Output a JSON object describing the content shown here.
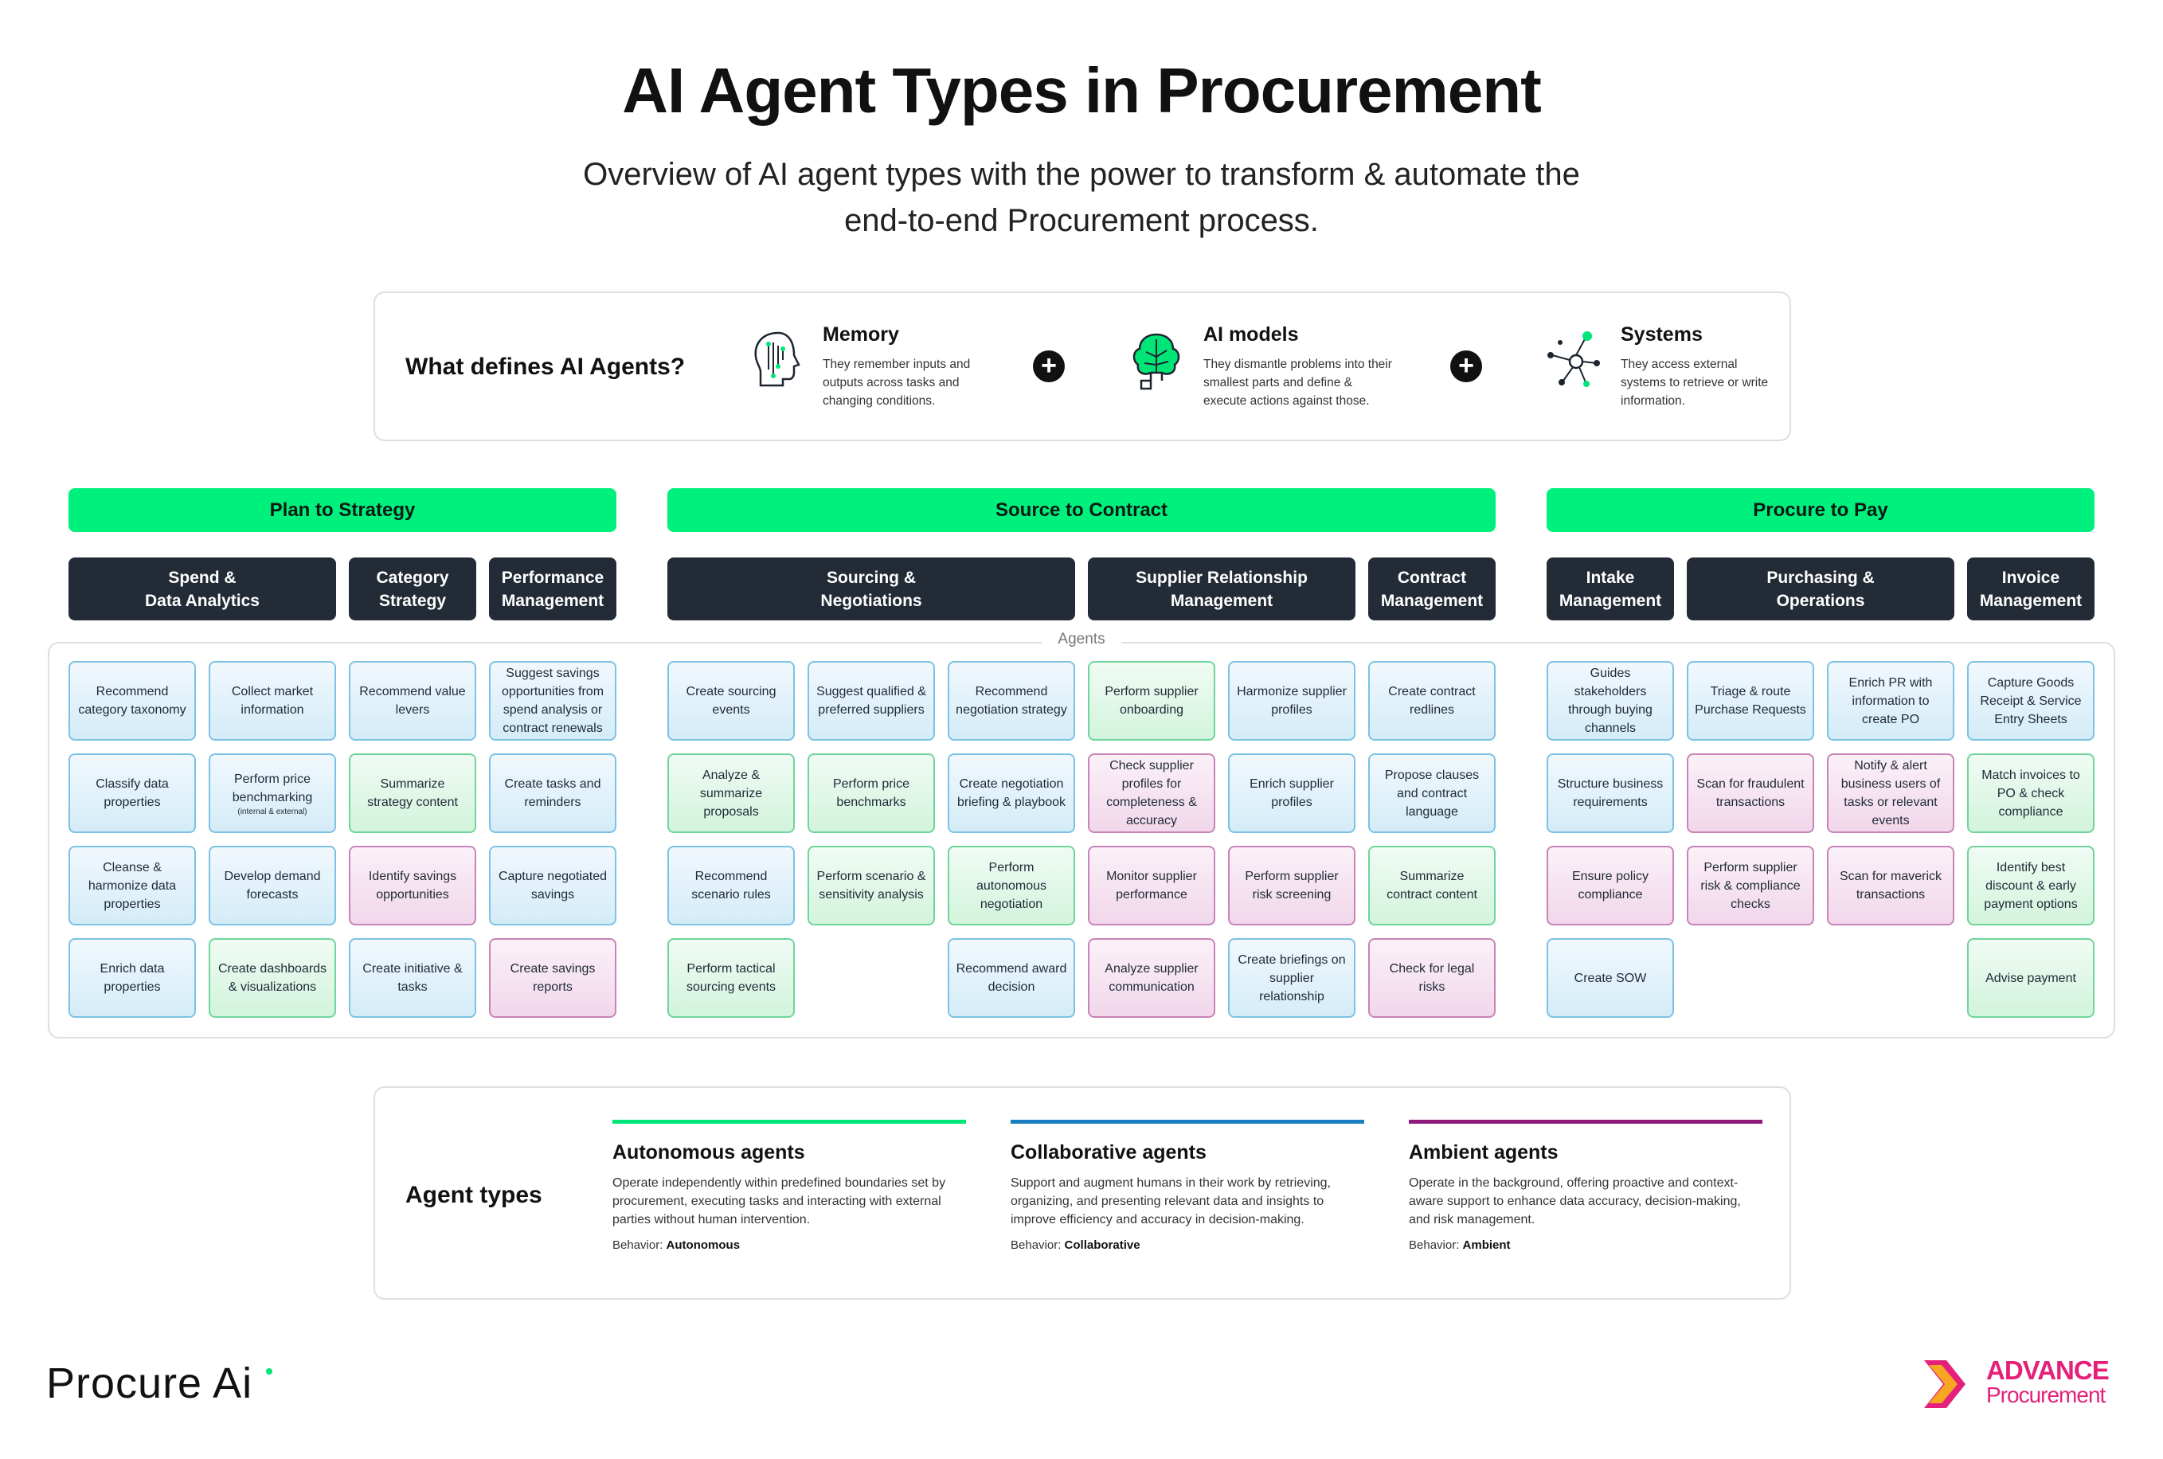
{
  "title": "AI Agent Types in Procurement",
  "subtitle": "Overview of AI agent types with the power to transform & automate the end-to-end Procurement process.",
  "definition": {
    "title": "What defines AI Agents?",
    "items": [
      {
        "icon": "head-circuit-icon",
        "name": "Memory",
        "desc": "They remember inputs and outputs across tasks and changing conditions."
      },
      {
        "icon": "brain-network-icon",
        "name": "AI models",
        "desc": "They dismantle problems into their smallest parts and define & execute actions against those."
      },
      {
        "icon": "network-nodes-icon",
        "name": "Systems",
        "desc": "They access external systems to retrieve or write information."
      }
    ]
  },
  "phases": [
    "Plan to Strategy",
    "Source to Contract",
    "Procure to Pay"
  ],
  "agents_label": "Agents",
  "columns": [
    {
      "header": "Spend &\nData Analytics",
      "cards": [
        {
          "text": "Recommend category taxonomy",
          "type": "b"
        },
        {
          "text": "Classify data properties",
          "type": "b"
        },
        {
          "text": "Cleanse & harmonize data properties",
          "type": "b"
        },
        {
          "text": "Enrich data properties",
          "type": "b"
        }
      ]
    },
    {
      "header": "",
      "cards": [
        {
          "text": "Collect market information",
          "type": "b"
        },
        {
          "text": "Perform price benchmarking",
          "note": "(internal & external)",
          "type": "b"
        },
        {
          "text": "Develop demand forecasts",
          "type": "b"
        },
        {
          "text": "Create dashboards & visualizations",
          "type": "g"
        }
      ]
    },
    {
      "header": "Category\nStrategy",
      "cards": [
        {
          "text": "Recommend value levers",
          "type": "b"
        },
        {
          "text": "Summarize strategy content",
          "type": "g"
        },
        {
          "text": "Identify savings opportunities",
          "type": "p"
        },
        {
          "text": "Create initiative & tasks",
          "type": "b"
        }
      ]
    },
    {
      "header": "Performance\nManagement",
      "cards": [
        {
          "text": "Suggest savings opportunities from spend analysis or contract renewals",
          "type": "b"
        },
        {
          "text": "Create tasks and reminders",
          "type": "b"
        },
        {
          "text": "Capture negotiated savings",
          "type": "b"
        },
        {
          "text": "Create savings reports",
          "type": "p"
        }
      ]
    },
    {
      "header": "Sourcing &\nNegotiations",
      "cards": [
        {
          "text": "Create sourcing events",
          "type": "b"
        },
        {
          "text": "Analyze & summarize proposals",
          "type": "g"
        },
        {
          "text": "Recommend scenario rules",
          "type": "b"
        },
        {
          "text": "Perform tactical sourcing events",
          "type": "g"
        }
      ]
    },
    {
      "header": "",
      "cards": [
        {
          "text": "Suggest qualified & preferred suppliers",
          "type": "b"
        },
        {
          "text": "Perform price benchmarks",
          "type": "g"
        },
        {
          "text": "Perform scenario & sensitivity analysis",
          "type": "g"
        }
      ]
    },
    {
      "header": "",
      "cards": [
        {
          "text": "Recommend negotiation strategy",
          "type": "b"
        },
        {
          "text": "Create negotiation briefing & playbook",
          "type": "b"
        },
        {
          "text": "Perform autonomous negotiation",
          "type": "g"
        },
        {
          "text": "Recommend award decision",
          "type": "b"
        }
      ]
    },
    {
      "header": "Supplier Relationship\nManagement",
      "cards": [
        {
          "text": "Perform supplier onboarding",
          "type": "g"
        },
        {
          "text": "Check supplier profiles for completeness & accuracy",
          "type": "p"
        },
        {
          "text": "Monitor supplier performance",
          "type": "p"
        },
        {
          "text": "Analyze supplier communication",
          "type": "p"
        }
      ]
    },
    {
      "header": "",
      "cards": [
        {
          "text": "Harmonize supplier profiles",
          "type": "b"
        },
        {
          "text": "Enrich supplier profiles",
          "type": "b"
        },
        {
          "text": "Perform supplier risk screening",
          "type": "p"
        },
        {
          "text": "Create briefings on supplier relationship",
          "type": "b"
        }
      ]
    },
    {
      "header": "Contract\nManagement",
      "cards": [
        {
          "text": "Create contract redlines",
          "type": "b"
        },
        {
          "text": "Propose clauses and contract language",
          "type": "b"
        },
        {
          "text": "Summarize contract content",
          "type": "g"
        },
        {
          "text": "Check for legal risks",
          "type": "p"
        }
      ]
    },
    {
      "header": "Intake\nManagement",
      "cards": [
        {
          "text": "Guides stakeholders through buying channels",
          "type": "b"
        },
        {
          "text": "Structure business requirements",
          "type": "b"
        },
        {
          "text": "Ensure policy compliance",
          "type": "p"
        },
        {
          "text": "Create SOW",
          "type": "b"
        }
      ]
    },
    {
      "header": "Purchasing &\nOperations",
      "cards": [
        {
          "text": "Triage & route Purchase Requests",
          "type": "b"
        },
        {
          "text": "Scan for fraudulent transactions",
          "type": "p"
        },
        {
          "text": "Perform supplier risk & compliance checks",
          "type": "p"
        }
      ]
    },
    {
      "header": "",
      "cards": [
        {
          "text": "Enrich PR with information to create PO",
          "type": "b"
        },
        {
          "text": "Notify & alert business users of tasks or relevant events",
          "type": "p"
        },
        {
          "text": "Scan for maverick transactions",
          "type": "p"
        }
      ]
    },
    {
      "header": "Invoice\nManagement",
      "cards": [
        {
          "text": "Capture Goods Receipt & Service Entry Sheets",
          "type": "b"
        },
        {
          "text": "Match invoices to PO & check compliance",
          "type": "g"
        },
        {
          "text": "Identify best discount & early payment options",
          "type": "g"
        },
        {
          "text": "Advise payment",
          "type": "g"
        }
      ]
    }
  ],
  "agent_types": {
    "title": "Agent types",
    "behavior_label": "Behavior:",
    "items": [
      {
        "name": "Autonomous agents",
        "color": "#00e676",
        "desc": "Operate independently within predefined boundaries set by procurement, executing tasks and interacting with external parties without human intervention.",
        "behavior": "Autonomous"
      },
      {
        "name": "Collaborative agents",
        "color": "#1a7fc0",
        "desc": "Support and augment humans in their work by retrieving, organizing, and presenting relevant data and insights to improve efficiency and accuracy in decision-making.",
        "behavior": "Collaborative"
      },
      {
        "name": "Ambient agents",
        "color": "#8e1a7c",
        "desc": "Operate in the background, offering proactive and context-aware support to enhance data accuracy, decision-making, and risk management.",
        "behavior": "Ambient"
      }
    ]
  },
  "logos": {
    "left": "Procure Ai",
    "right_line1": "ADVANCE",
    "right_line2": "Procurement",
    "accent": "#e5207a"
  }
}
